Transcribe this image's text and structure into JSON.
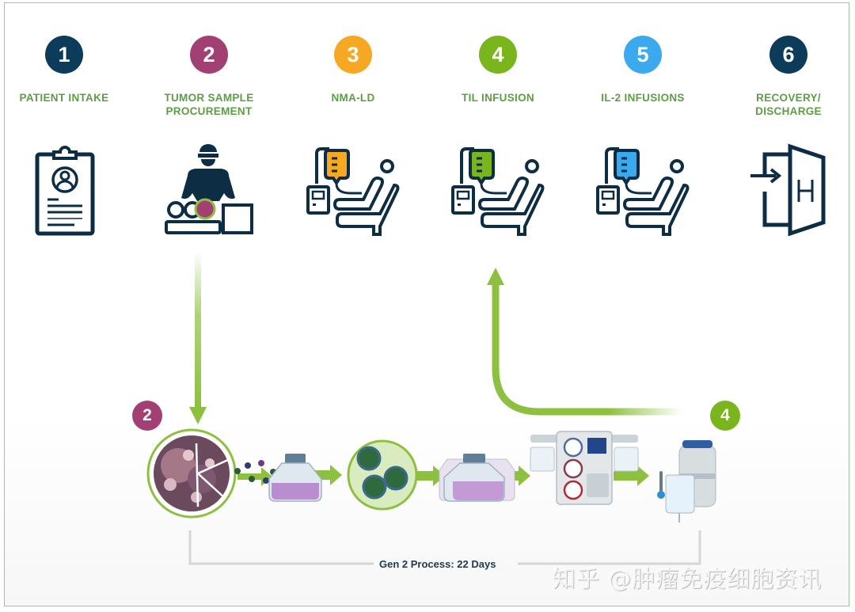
{
  "steps": [
    {
      "number": "1",
      "label_line1": "PATIENT INTAKE",
      "label_line2": "",
      "color": "#0d3b5a",
      "icon": "clipboard-patient-icon"
    },
    {
      "number": "2",
      "label_line1": "TUMOR SAMPLE",
      "label_line2": "PROCUREMENT",
      "color": "#a23f73",
      "icon": "surgeon-tumor-icon"
    },
    {
      "number": "3",
      "label_line1": "NMA-LD",
      "label_line2": "",
      "color": "#f7a823",
      "icon": "iv-chair-orange-icon"
    },
    {
      "number": "4",
      "label_line1": "TIL INFUSION",
      "label_line2": "",
      "color": "#7ab51d",
      "icon": "iv-chair-green-icon"
    },
    {
      "number": "5",
      "label_line1": "IL-2 INFUSIONS",
      "label_line2": "",
      "color": "#3aa9ee",
      "icon": "iv-chair-blue-icon"
    },
    {
      "number": "6",
      "label_line1": "RECOVERY/",
      "label_line2": "DISCHARGE",
      "color": "#0d3b5a",
      "icon": "hospital-door-icon"
    }
  ],
  "manufacturing": {
    "start_badge": {
      "number": "2",
      "color": "#a23f73"
    },
    "end_badge": {
      "number": "4",
      "color": "#7ab51d"
    },
    "stages": [
      "tumor-fragment",
      "culture-flask",
      "til-cells",
      "expansion-flasks",
      "cell-processing-machine",
      "cryo-storage-bag"
    ],
    "process_label": "Gen 2 Process: 22 Days"
  },
  "colors": {
    "arrow_green": "#8dc03f",
    "icon_navy": "#0d2d44",
    "label_green": "#5d9d45",
    "bracket_gray": "#d6d6d6"
  },
  "watermark": "知乎 @肿瘤免疫细胞资讯"
}
